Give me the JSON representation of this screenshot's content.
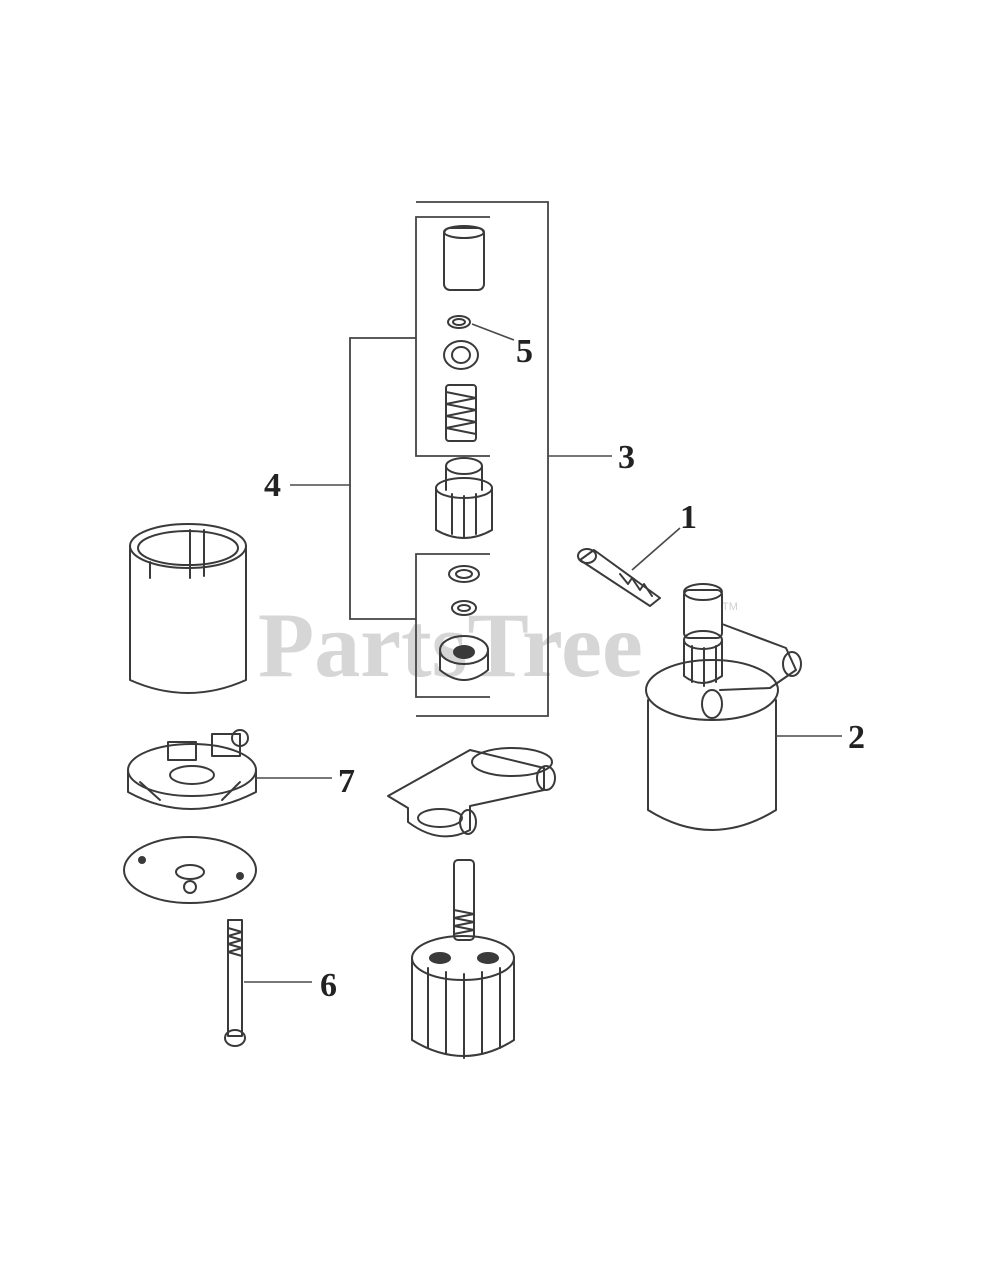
{
  "watermark": {
    "text": "PartsTree",
    "mark": "TM"
  },
  "callouts": [
    {
      "id": "1",
      "label": "1"
    },
    {
      "id": "2",
      "label": "2"
    },
    {
      "id": "3",
      "label": "3"
    },
    {
      "id": "4",
      "label": "4"
    },
    {
      "id": "5",
      "label": "5"
    },
    {
      "id": "6",
      "label": "6"
    },
    {
      "id": "7",
      "label": "7"
    }
  ]
}
